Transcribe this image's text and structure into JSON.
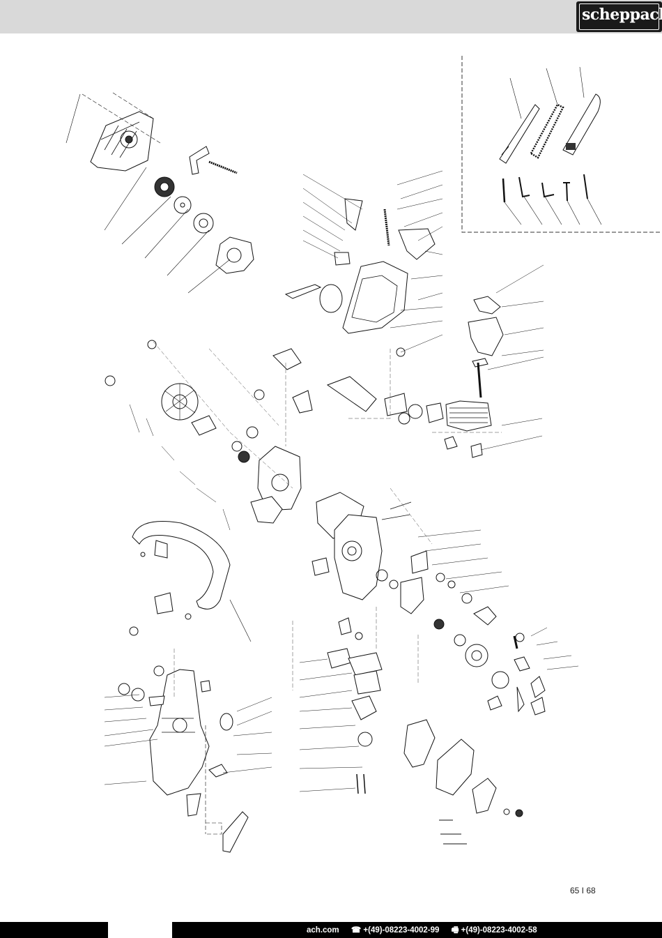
{
  "brand": {
    "logo_text": "scheppach"
  },
  "page": {
    "number": "65 I 68"
  },
  "footer": {
    "web": "ach.com",
    "phone": "☎ +(49)-08223-4002-99",
    "fax": "🖷 +(49)-08223-4002-58"
  },
  "diagram": {
    "kind": "exploded parts drawing"
  }
}
